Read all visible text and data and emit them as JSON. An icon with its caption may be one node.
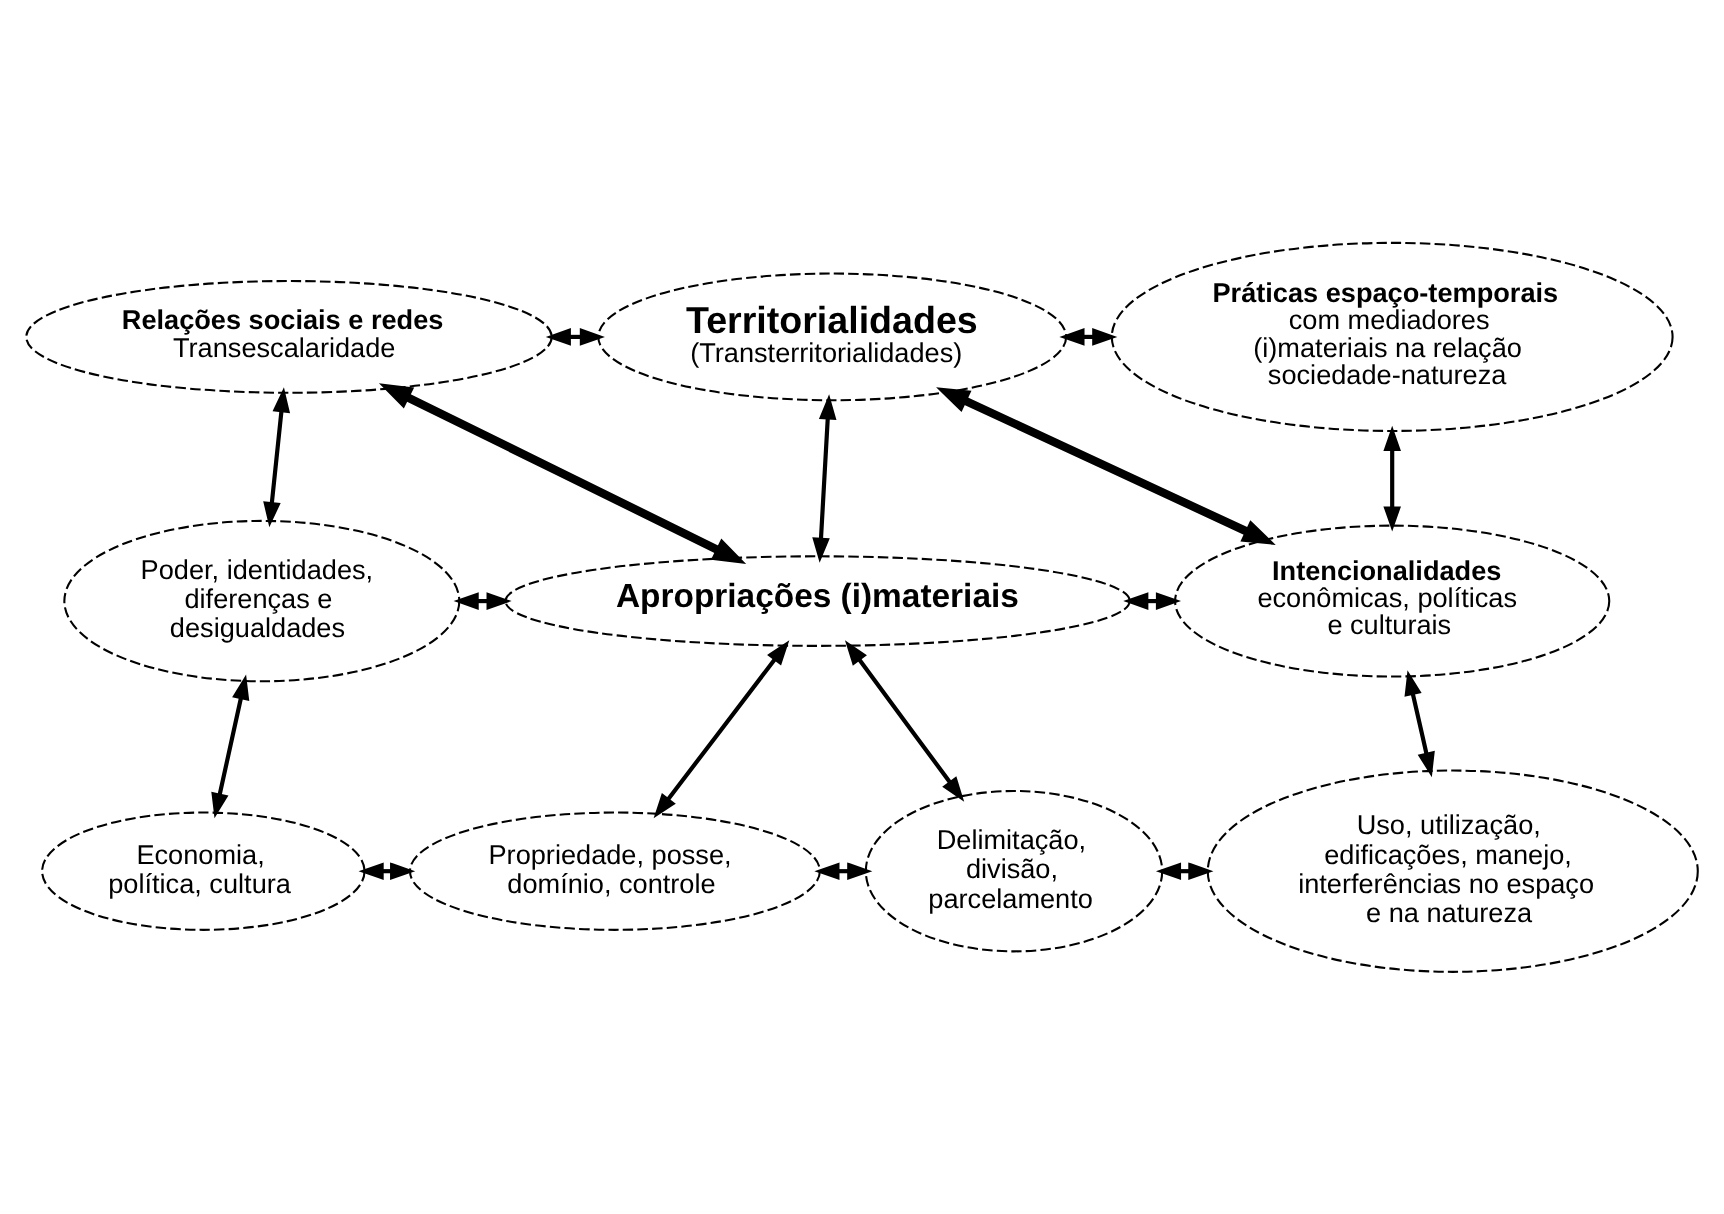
{
  "diagram": {
    "nodes": [
      {
        "text": [
          "Relações sociais e redes",
          "Transescalaridade"
        ]
      },
      {
        "text": [
          "Territorialidades",
          "(Transterritorialidades)"
        ]
      },
      {
        "text": [
          "Práticas espaço-temporais",
          "com mediadores (i)materiais na relação sociedade-natureza"
        ]
      },
      {
        "text": [
          "Poder, identidades, diferenças e desigualdades"
        ]
      },
      {
        "text": [
          "Apropriações (i)materiais"
        ]
      },
      {
        "text": [
          "Intencionalidades",
          "econômicas, políticas e culturais"
        ]
      },
      {
        "text": [
          "Economia, política, cultura"
        ]
      },
      {
        "text": [
          "Propriedade, posse, domínio, controle"
        ]
      },
      {
        "text": [
          "Delimitação, divisão, parcelamento"
        ]
      },
      {
        "text": [
          "Uso, utilização, edificações, manejo, interferências no espaço e na natureza"
        ]
      }
    ],
    "edges": [
      {
        "from": 0,
        "to": 1,
        "arrow": "both"
      },
      {
        "from": 1,
        "to": 2,
        "arrow": "both"
      },
      {
        "from": 0,
        "to": 3,
        "arrow": "both"
      },
      {
        "from": 0,
        "to": 4,
        "arrow": "both",
        "style": "thick"
      },
      {
        "from": 1,
        "to": 4,
        "arrow": "both"
      },
      {
        "from": 1,
        "to": 5,
        "arrow": "both",
        "style": "thick"
      },
      {
        "from": 2,
        "to": 5,
        "arrow": "both"
      },
      {
        "from": 3,
        "to": 4,
        "arrow": "both"
      },
      {
        "from": 4,
        "to": 5,
        "arrow": "both"
      },
      {
        "from": 3,
        "to": 6,
        "arrow": "both"
      },
      {
        "from": 4,
        "to": 7,
        "arrow": "both"
      },
      {
        "from": 4,
        "to": 8,
        "arrow": "both"
      },
      {
        "from": 5,
        "to": 9,
        "arrow": "both"
      },
      {
        "from": 6,
        "to": 7,
        "arrow": "both"
      },
      {
        "from": 7,
        "to": 8,
        "arrow": "both"
      },
      {
        "from": 8,
        "to": 9,
        "arrow": "both"
      }
    ]
  }
}
